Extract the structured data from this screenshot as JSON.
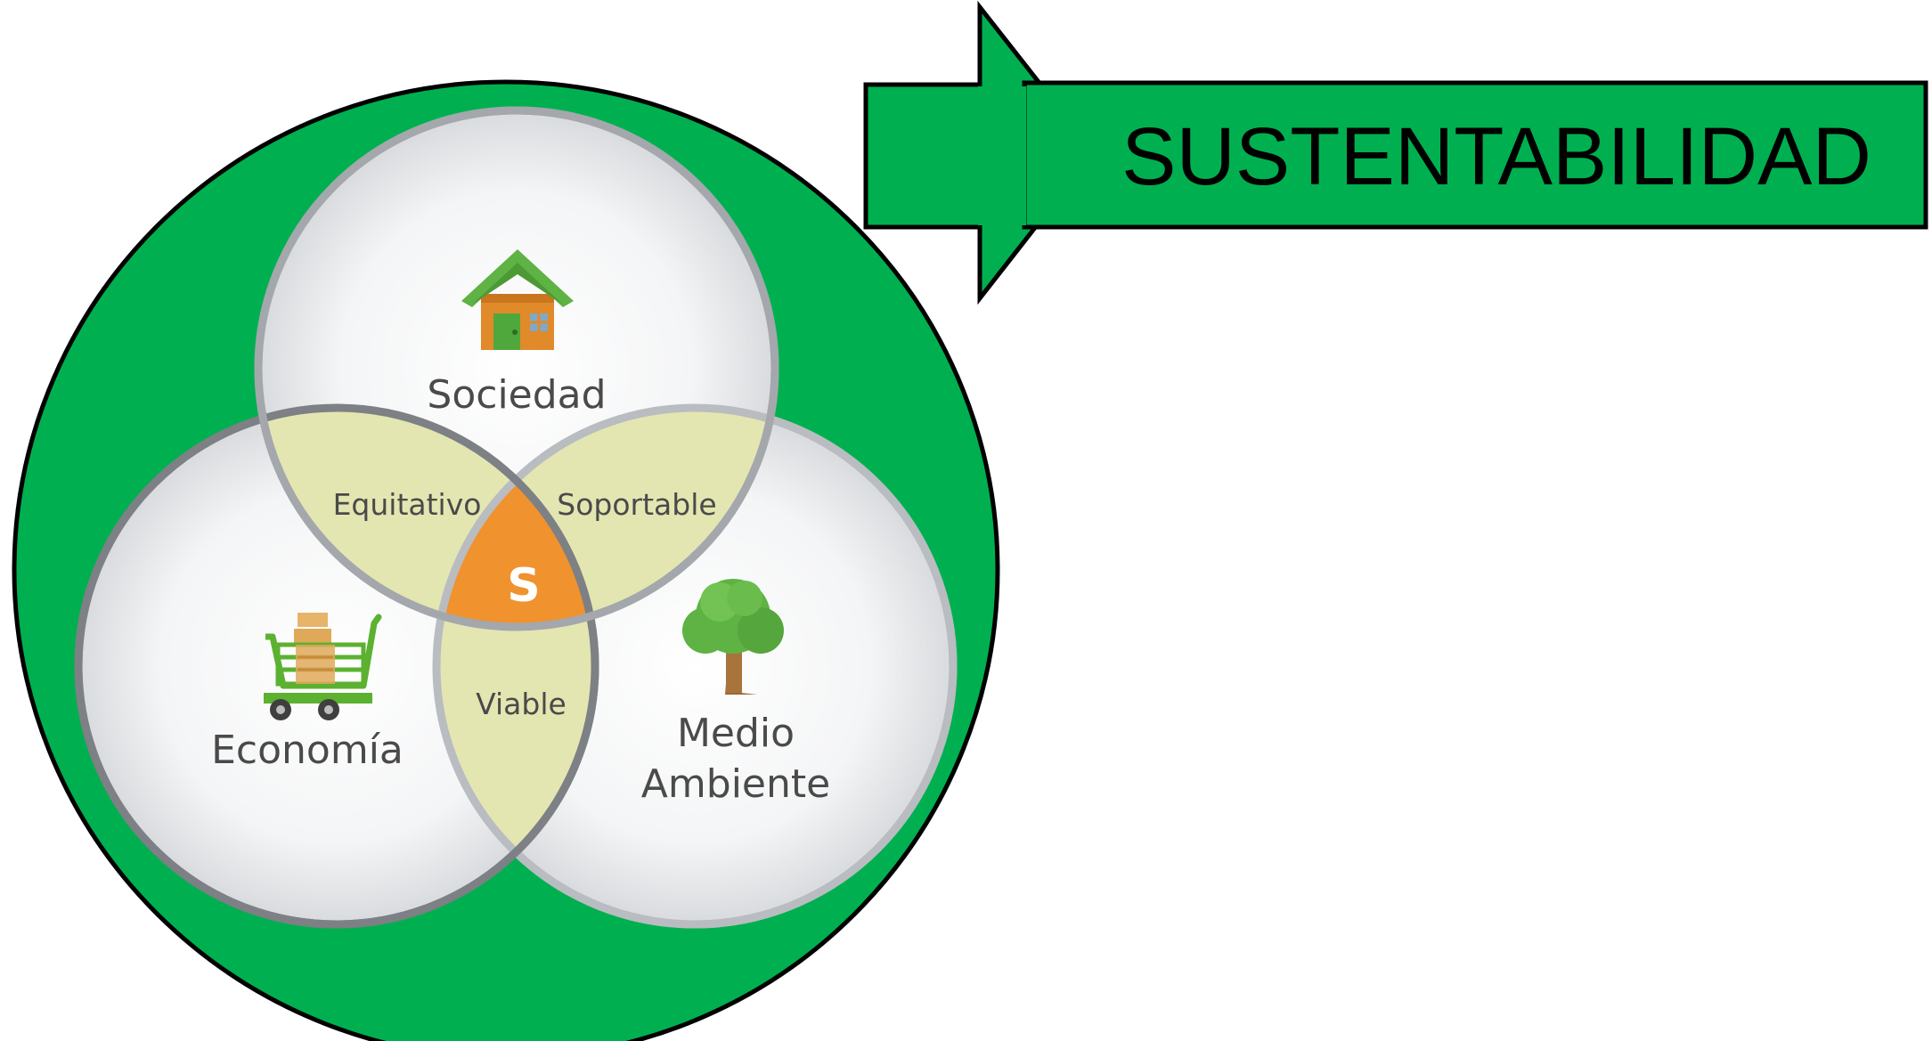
{
  "title": "SUSTENTABILIDAD",
  "circles": {
    "sociedad": {
      "label": "Sociedad",
      "icon": "house-icon"
    },
    "economia": {
      "label": "Economía",
      "icon": "shopping-cart-icon"
    },
    "medio_ambiente": {
      "label_line1": "Medio",
      "label_line2": "Ambiente",
      "icon": "tree-icon"
    }
  },
  "overlaps": {
    "equitativo": "Equitativo",
    "soportable": "Soportable",
    "viable": "Viable"
  },
  "center": "S",
  "colors": {
    "background_green": "#00b050",
    "overlap_fill": "#e4e6b2",
    "center_orange": "#f0922e",
    "ring_gray": "#a4a7ab",
    "ring_dark": "#777a7e"
  }
}
